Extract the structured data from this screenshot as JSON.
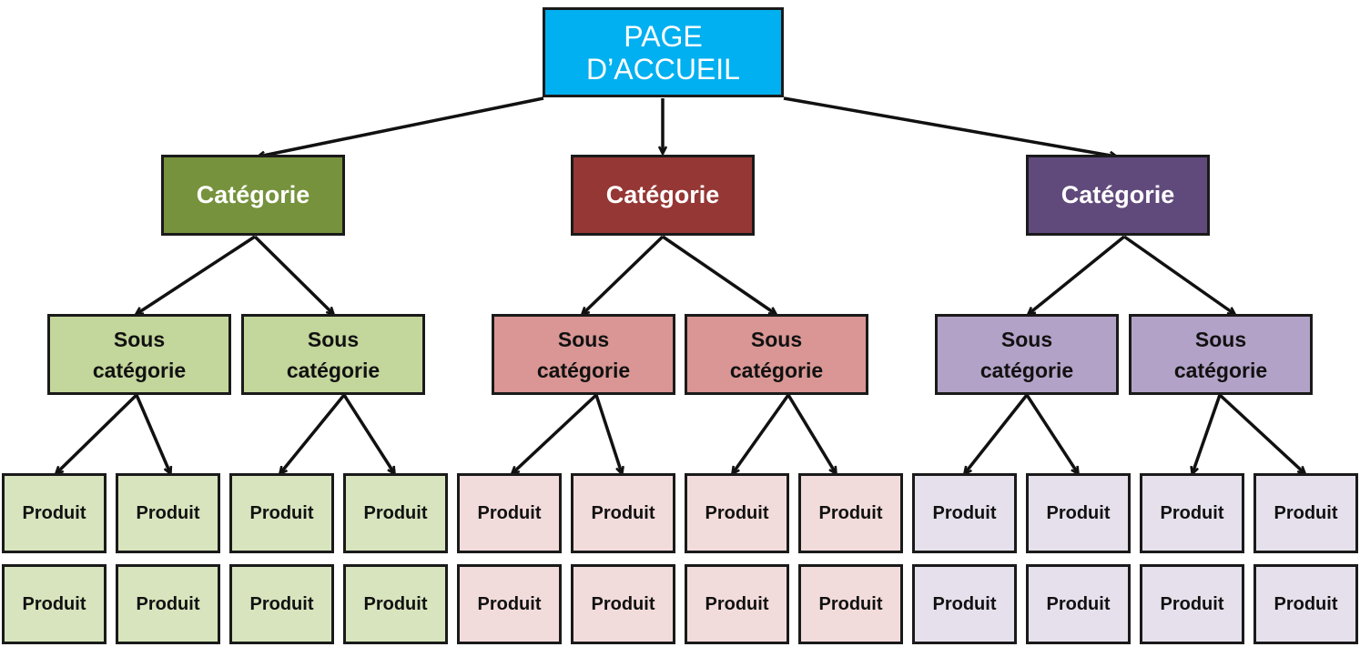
{
  "root": {
    "line1": "PAGE",
    "line2": "D’ACCUEIL",
    "color": "#00b0f0"
  },
  "branches": [
    {
      "category": "Catégorie",
      "colors": {
        "category": "#76923c",
        "sub": "#c3d69b",
        "product": "#d7e4bd"
      },
      "subs": [
        {
          "line1": "Sous",
          "line2": "catégorie",
          "products": [
            "Produit",
            "Produit",
            "Produit",
            "Produit"
          ]
        },
        {
          "line1": "Sous",
          "line2": "catégorie",
          "products": [
            "Produit",
            "Produit",
            "Produit",
            "Produit"
          ]
        }
      ]
    },
    {
      "category": "Catégorie",
      "colors": {
        "category": "#953735",
        "sub": "#d99694",
        "product": "#f2dcdb"
      },
      "subs": [
        {
          "line1": "Sous",
          "line2": "catégorie",
          "products": [
            "Produit",
            "Produit",
            "Produit",
            "Produit"
          ]
        },
        {
          "line1": "Sous",
          "line2": "catégorie",
          "products": [
            "Produit",
            "Produit",
            "Produit",
            "Produit"
          ]
        }
      ]
    },
    {
      "category": "Catégorie",
      "colors": {
        "category": "#604a7b",
        "sub": "#b3a2c7",
        "product": "#e6e0ec"
      },
      "subs": [
        {
          "line1": "Sous",
          "line2": "catégorie",
          "products": [
            "Produit",
            "Produit",
            "Produit",
            "Produit"
          ]
        },
        {
          "line1": "Sous",
          "line2": "catégorie",
          "products": [
            "Produit",
            "Produit",
            "Produit",
            "Produit"
          ]
        }
      ]
    }
  ]
}
